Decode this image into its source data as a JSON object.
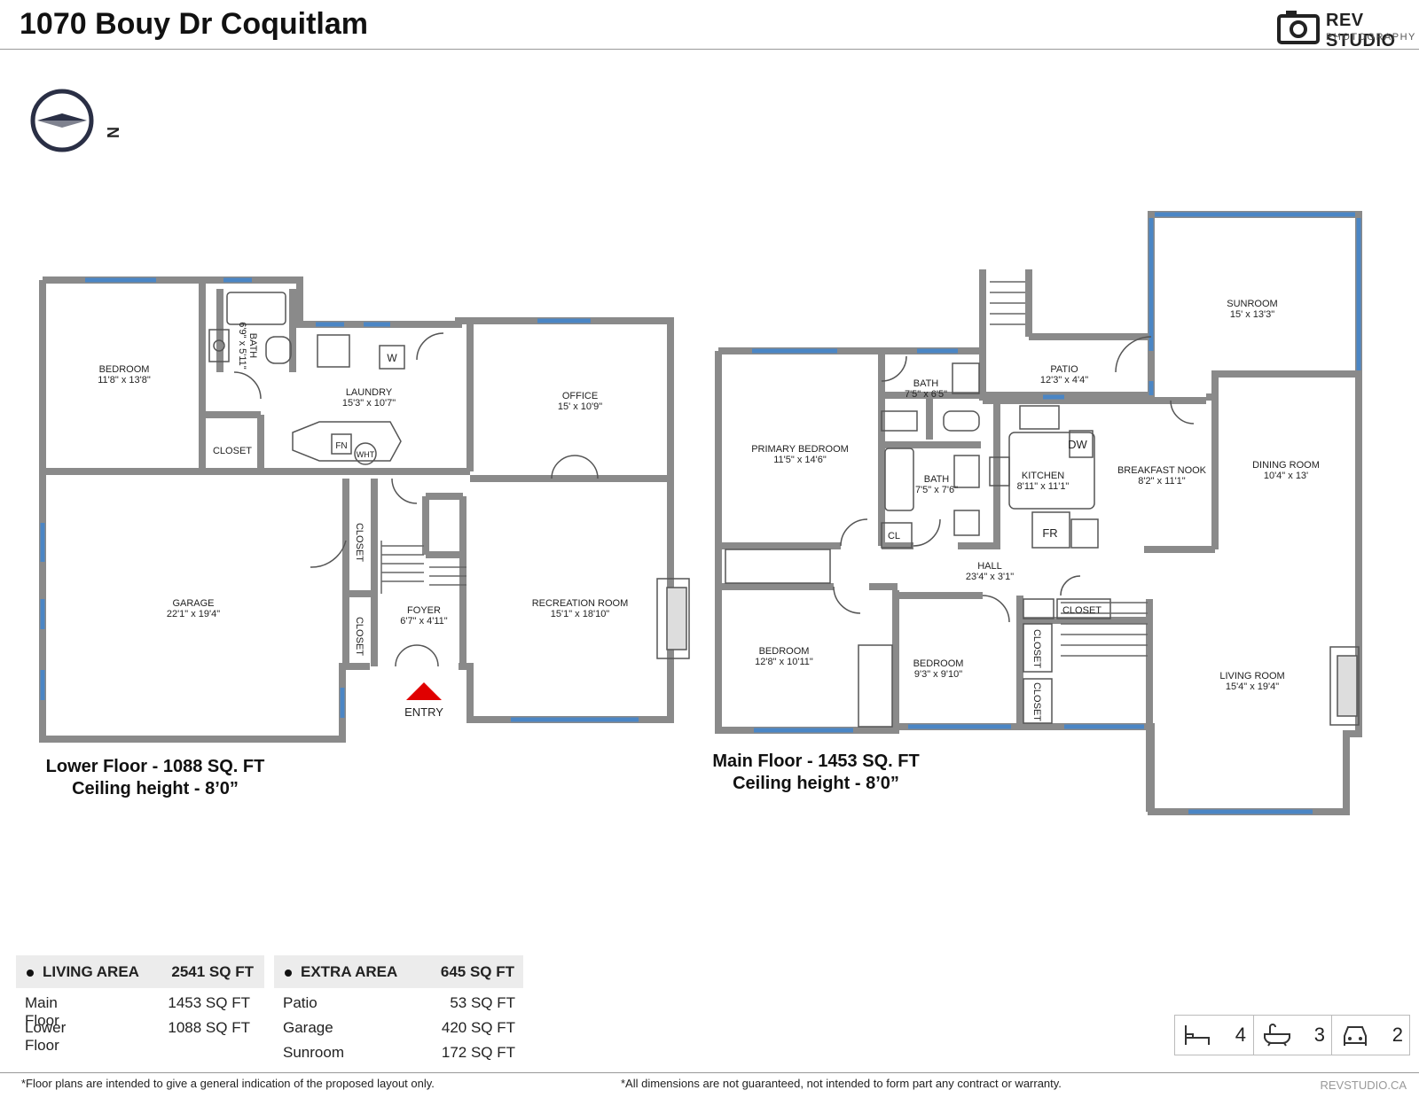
{
  "header": {
    "title": "1070 Bouy Dr Coquitlam"
  },
  "logo": {
    "brand": "REV STUDIO",
    "sub": "PHOTOGRAPHY"
  },
  "compass": {
    "label": "N",
    "icon": "compass-icon"
  },
  "colors": {
    "wall": "#8a8a8a",
    "window": "#4b86c5",
    "entry_arrow": "#e00000",
    "text": "#222222"
  },
  "lower_floor": {
    "caption_line1": "Lower Floor - 1088 SQ. FT",
    "caption_line2": "Ceiling height - 8’0”",
    "rooms": [
      {
        "name": "BEDROOM",
        "dims": "11'8\" x 13'8\""
      },
      {
        "name": "BATH",
        "dims": "6'9\" x 5'11\""
      },
      {
        "name": "LAUNDRY",
        "dims": "15'3\" x 10'7\""
      },
      {
        "name": "OFFICE",
        "dims": "15' x 10'9\""
      },
      {
        "name": "CLOSET",
        "dims": ""
      },
      {
        "name": "GARAGE",
        "dims": "22'1\" x 19'4\""
      },
      {
        "name": "CLOSET",
        "dims": ""
      },
      {
        "name": "CLOSET",
        "dims": ""
      },
      {
        "name": "FOYER",
        "dims": "6'7\" x 4'11\""
      },
      {
        "name": "RECREATION ROOM",
        "dims": "15'1\" x 18'10\""
      }
    ],
    "fixtures": {
      "washer": "W",
      "furnace": "FN",
      "water_heater": "WHT"
    },
    "entry": "ENTRY"
  },
  "main_floor": {
    "caption_line1": "Main Floor - 1453 SQ. FT",
    "caption_line2": "Ceiling height - 8’0”",
    "rooms": [
      {
        "name": "PRIMARY BEDROOM",
        "dims": "11'5\" x 14'6\""
      },
      {
        "name": "BATH",
        "dims": "7'5\" x 6'5\""
      },
      {
        "name": "BATH",
        "dims": "7'5\" x 7'6\""
      },
      {
        "name": "PATIO",
        "dims": "12'3\" x 4'4\""
      },
      {
        "name": "SUNROOM",
        "dims": "15' x 13'3\""
      },
      {
        "name": "KITCHEN",
        "dims": "8'11\" x 11'1\""
      },
      {
        "name": "BREAKFAST NOOK",
        "dims": "8'2\" x 11'1\""
      },
      {
        "name": "DINING ROOM",
        "dims": "10'4\" x 13'"
      },
      {
        "name": "HALL",
        "dims": "23'4\" x 3'1\""
      },
      {
        "name": "BEDROOM",
        "dims": "12'8\" x 10'11\""
      },
      {
        "name": "BEDROOM",
        "dims": "9'3\" x 9'10\""
      },
      {
        "name": "CLOSET",
        "dims": ""
      },
      {
        "name": "CLOSET",
        "dims": ""
      },
      {
        "name": "CLOSET",
        "dims": ""
      },
      {
        "name": "LIVING ROOM",
        "dims": "15'4\" x 19'4\""
      }
    ],
    "fixtures": {
      "closet_short": "CL",
      "dishwasher": "DW",
      "fridge": "FR"
    }
  },
  "living_area": {
    "label": "LIVING AREA",
    "total": "2541 SQ FT",
    "rows": [
      {
        "label": "Main Floor",
        "value": "1453 SQ FT"
      },
      {
        "label": "Lower Floor",
        "value": "1088 SQ FT"
      }
    ]
  },
  "extra_area": {
    "label": "EXTRA AREA",
    "total": "645 SQ FT",
    "rows": [
      {
        "label": "Patio",
        "value": "53 SQ FT"
      },
      {
        "label": "Garage",
        "value": "420 SQ FT"
      },
      {
        "label": "Sunroom",
        "value": "172 SQ FT"
      }
    ]
  },
  "stats": {
    "bedrooms": "4",
    "bathrooms": "3",
    "garage": "2",
    "bed_icon": "bed-icon",
    "bath_icon": "bathtub-icon",
    "car_icon": "car-icon"
  },
  "footer": {
    "left": "*Floor plans are intended to give a general indication of the proposed layout only.",
    "right": "*All dimensions are not guaranteed, not intended to form part any contract or warranty.",
    "site": "REVSTUDIO.CA"
  }
}
